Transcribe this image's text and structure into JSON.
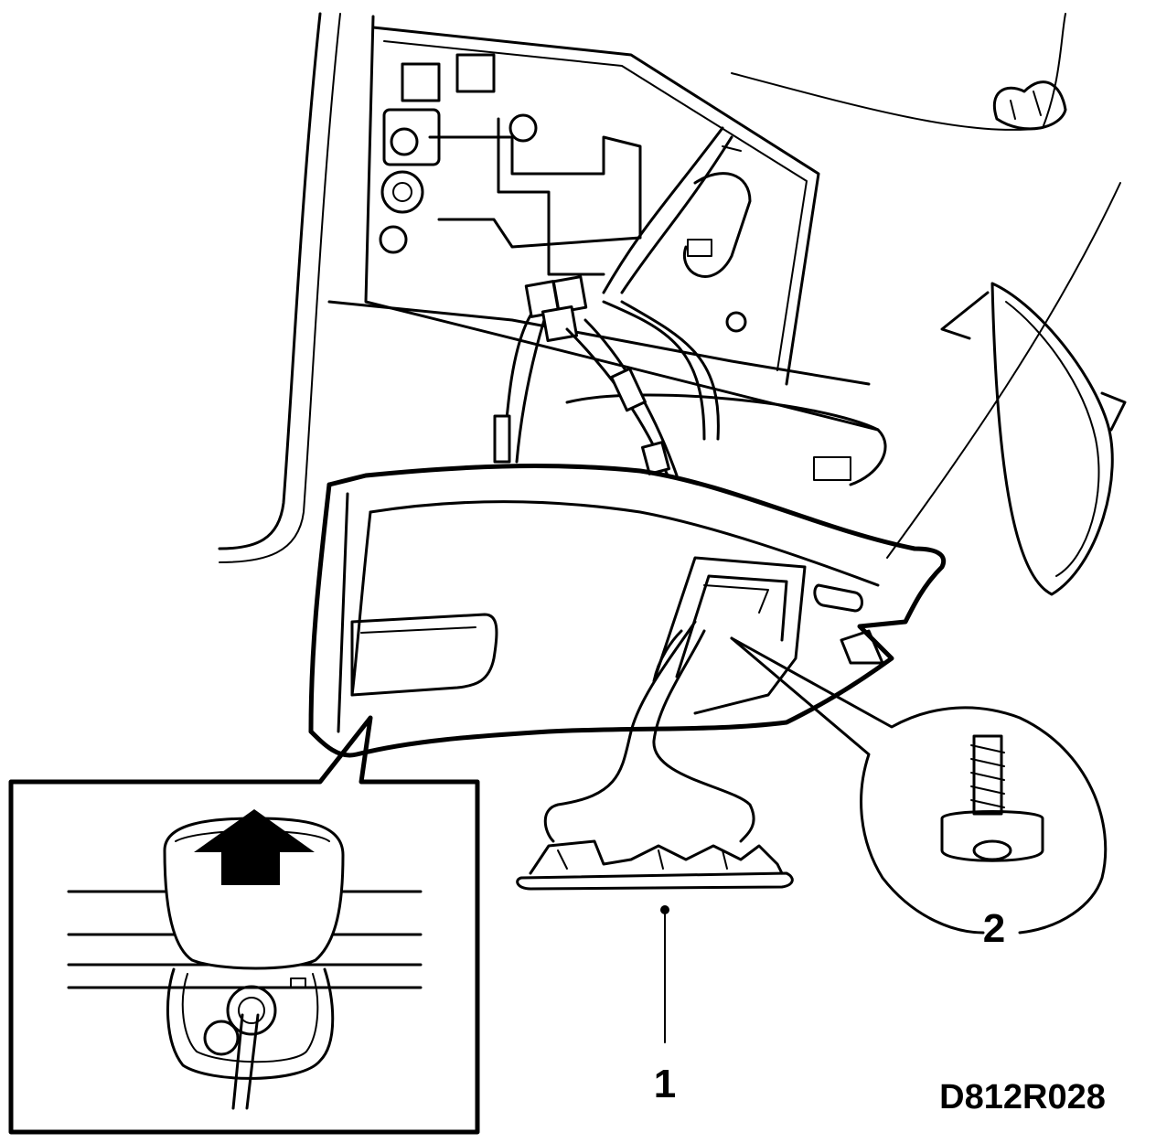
{
  "figure": {
    "reference_code": "D812R028",
    "callouts": [
      {
        "number": "1",
        "part": "lamp-assembly"
      },
      {
        "number": "2",
        "part": "screw"
      }
    ],
    "colors": {
      "ink": "#000000",
      "paper": "#ffffff"
    }
  }
}
